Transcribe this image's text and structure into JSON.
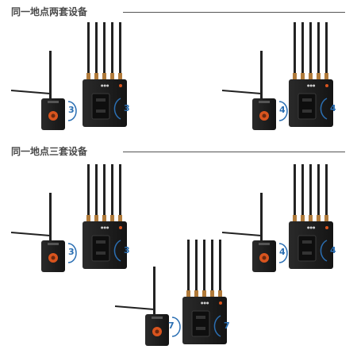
{
  "sections": [
    {
      "title": "同一地点两套设备"
    },
    {
      "title": "同一地点三套设备"
    }
  ],
  "sets": [
    {
      "channel": "3"
    },
    {
      "channel": "4"
    },
    {
      "channel": "3"
    },
    {
      "channel": "4"
    },
    {
      "channel": "7"
    }
  ],
  "colors": {
    "heading": "#4a4a4a",
    "device_body": "#1c1c1c",
    "accent_orange": "#d9541e",
    "arrow_blue": "#2b6fb3",
    "antenna": "#222222"
  },
  "icons": [
    "receiver-device",
    "transmitter-device",
    "channel-arrow-icon"
  ]
}
